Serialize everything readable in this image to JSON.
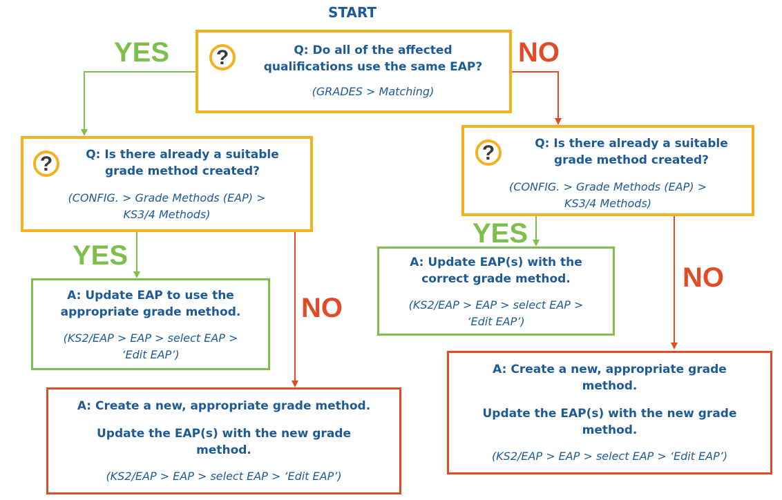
{
  "start_label": "START",
  "q_top": {
    "line1": "Q: Do all of the affected",
    "line2": "qualifications use the same EAP?",
    "path": "(GRADES > Matching)"
  },
  "q_left": {
    "line1": "Q: Is there already a suitable",
    "line2": "grade method created?",
    "path1": "(CONFIG. > Grade Methods (EAP) >",
    "path2": "KS3/4 Methods)"
  },
  "q_right": {
    "line1": "Q: Is there already a suitable",
    "line2": "grade method created?",
    "path1": "(CONFIG. > Grade Methods (EAP) >",
    "path2": "KS3/4 Methods)"
  },
  "a_left_update": {
    "line1": "A: Update EAP to use the",
    "line2": "appropriate grade method.",
    "path1": "(KS2/EAP > EAP > select EAP >",
    "path2": "‘Edit EAP’)"
  },
  "a_right_update": {
    "line1": "A: Update EAP(s) with the",
    "line2": "correct grade method.",
    "path1": "(KS2/EAP > EAP > select EAP >",
    "path2": "‘Edit EAP’)"
  },
  "a_left_create": {
    "line1": "A:  Create a new, appropriate grade method.",
    "line2": "Update the EAP(s) with the new grade",
    "line3": "method.",
    "path": "(KS2/EAP > EAP > select EAP > ‘Edit EAP’)"
  },
  "a_right_create": {
    "line1": "A: Create a new, appropriate grade",
    "line2": "method.",
    "line3": "Update the EAP(s) with the new grade",
    "line4": "method.",
    "path": "(KS2/EAP > EAP > select EAP > ‘Edit EAP’)"
  },
  "labels": {
    "yes_top": "YES",
    "no_top": "NO",
    "yes_left": "YES",
    "no_left": "NO",
    "yes_right": "YES",
    "no_right": "NO"
  },
  "question_icon": "?",
  "colors": {
    "text": "#1d5a96",
    "question_border": "#f5b01d",
    "yes": "#7dbf4a",
    "no": "#e24b26"
  }
}
